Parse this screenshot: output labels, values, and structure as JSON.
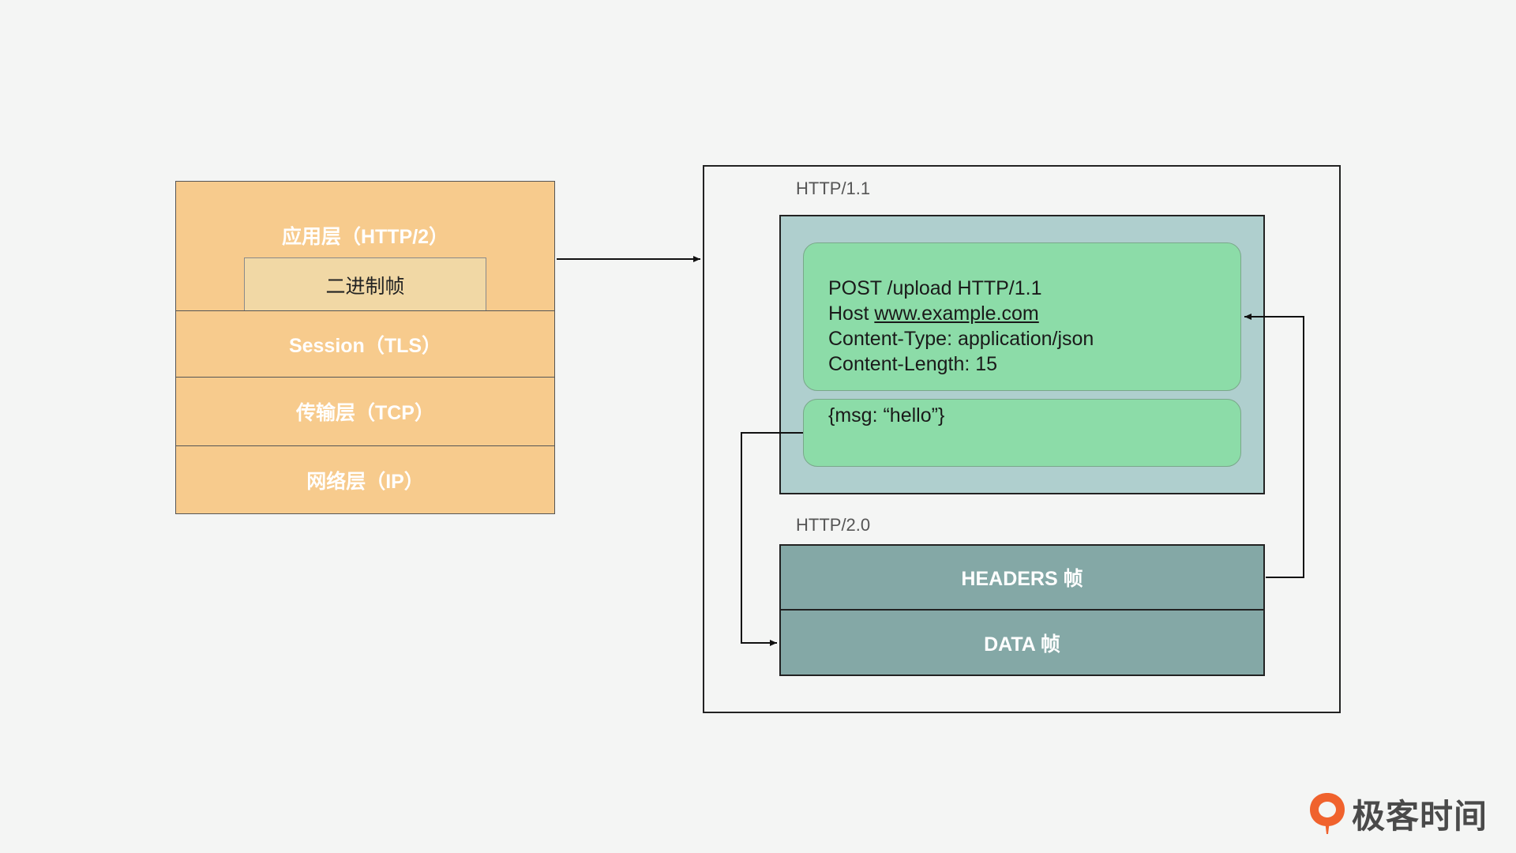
{
  "left_stack": {
    "application_layer": "应用层（HTTP/2）",
    "binary_frame": "二进制帧",
    "session_layer": "Session（TLS）",
    "transport_layer": "传输层（TCP）",
    "network_layer": "网络层（IP）"
  },
  "right_panel": {
    "http11_label": "HTTP/1.1",
    "http20_label": "HTTP/2.0",
    "request_line": "POST /upload HTTP/1.1",
    "host_prefix": "Host ",
    "host_value": "www.example.com",
    "content_type": "Content-Type: application/json",
    "content_length": "Content-Length: 15",
    "body": "{msg: “hello”}",
    "headers_frame": "HEADERS 帧",
    "data_frame": "DATA 帧"
  },
  "logo": {
    "text": "极客时间"
  },
  "colors": {
    "stack_fill": "#f7cb8d",
    "binary_frame_fill": "#f1d8a5",
    "http11_fill": "#afcfce",
    "message_fill": "#8cdca8",
    "frame_fill": "#84a8a6",
    "logo_accent": "#f0622d"
  }
}
